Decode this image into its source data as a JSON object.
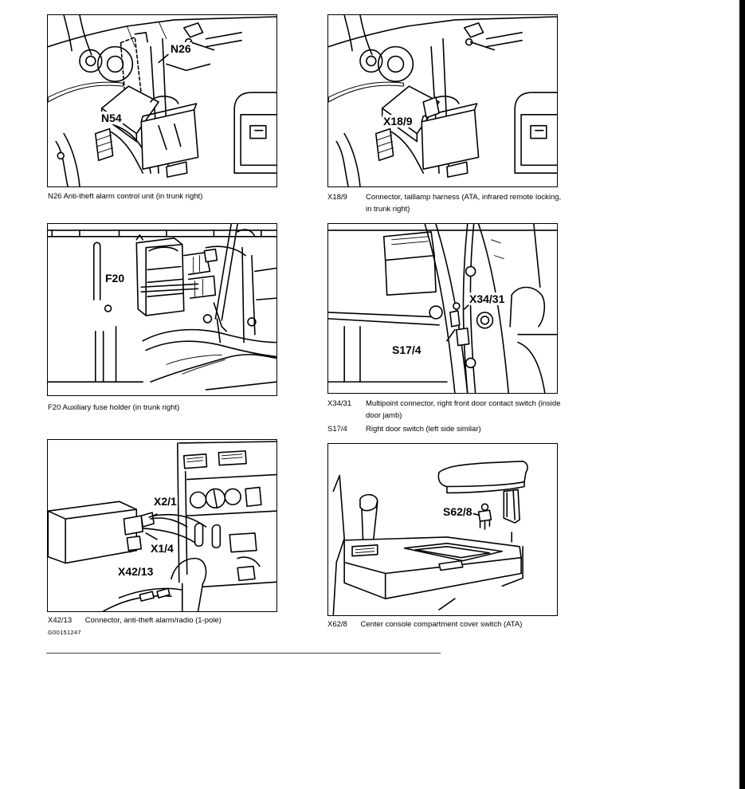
{
  "figures": [
    {
      "labels": [
        "N26",
        "N54"
      ],
      "caption_code": "N26",
      "caption_text": "Anti-theft alarm control unit (in trunk right)"
    },
    {
      "labels": [
        "X18/9"
      ],
      "caption_code": "X18/9",
      "caption_text": "Connector, taillamp harness (ATA, infrared remote locking, in trunk right)"
    },
    {
      "labels": [
        "F20"
      ],
      "caption_code": "F20",
      "caption_text": "Auxiliary fuse holder (in trunk right)"
    },
    {
      "labels": [
        "X34/31",
        "S17/4"
      ],
      "caption_code": "X34/31",
      "caption_text": "Multipoint connector, right front door contact switch (inside door jamb)",
      "caption2_code": "S17/4",
      "caption2_text": "Right door switch (left side similar)"
    },
    {
      "labels": [
        "X2/1",
        "X1/4",
        "X42/13"
      ],
      "caption_code": "X42/13",
      "caption_text": "Connector, anti-theft alarm/radio (1-pole)"
    },
    {
      "labels": [
        "S62/8"
      ],
      "caption_code": "X62/8",
      "caption_text": "Center console compartment cover switch (ATA)"
    }
  ],
  "footnote": "G00151247"
}
